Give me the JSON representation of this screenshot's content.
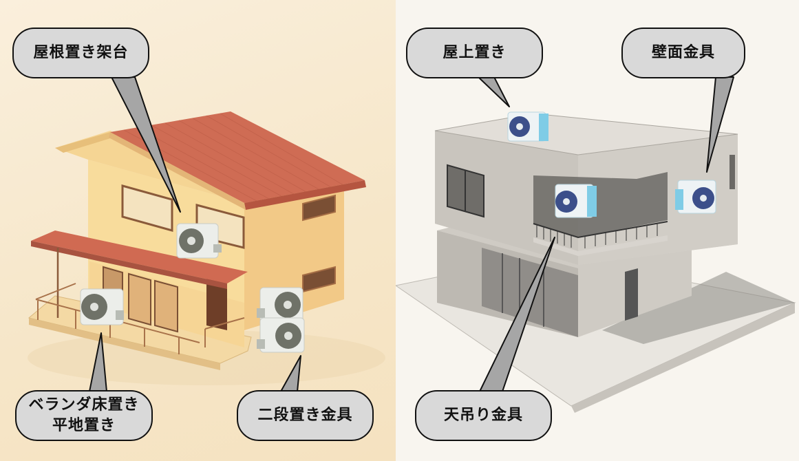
{
  "left_scene": {
    "description": "Isometric illustration of a two-story Japanese house with red roof and yellow walls, showing AC outdoor units",
    "background_color": "#f7e8cc",
    "roof_color": "#cc6b52",
    "wall_color": "#f6d48e",
    "labels": {
      "roof_mount": "屋根置き架台",
      "veranda_floor_line1": "ベランダ床置き",
      "veranda_floor_line2": "平地置き",
      "two_tier": "二段置き金具"
    }
  },
  "right_scene": {
    "description": "Isometric sketch of a modern concrete two-story building showing AC outdoor units",
    "background_color": "#f8f5ef",
    "concrete_color": "#d6d3cd",
    "unit_accent_color": "#6fc3e0",
    "labels": {
      "rooftop": "屋上置き",
      "wall_bracket": "壁面金具",
      "ceiling_hung": "天吊り金具"
    }
  },
  "bubble_style": {
    "fill": "#d9d9d9",
    "tail_fill": "#a6a6a6",
    "stroke": "#111111"
  }
}
